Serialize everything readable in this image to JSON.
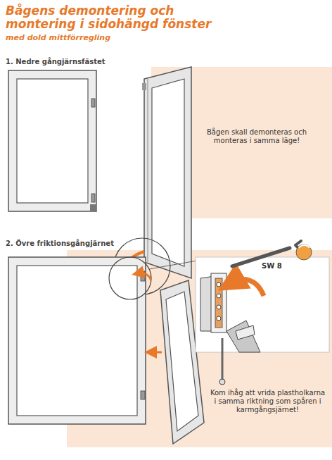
{
  "diagram": {
    "title": "Bågens demontering och montering i sidohängd fönster",
    "labels": [
      "med dold mittförregling",
      "1. Nedre gångjärnsfästet",
      "Bågen skall demonteras och monteras i samma läge!",
      "2. Övre friktionsgångjärnet",
      "SW 8",
      "Kom ihåg att vrida plastholkarna i samma riktning som spåren i karmgångsjärnet!"
    ]
  }
}
